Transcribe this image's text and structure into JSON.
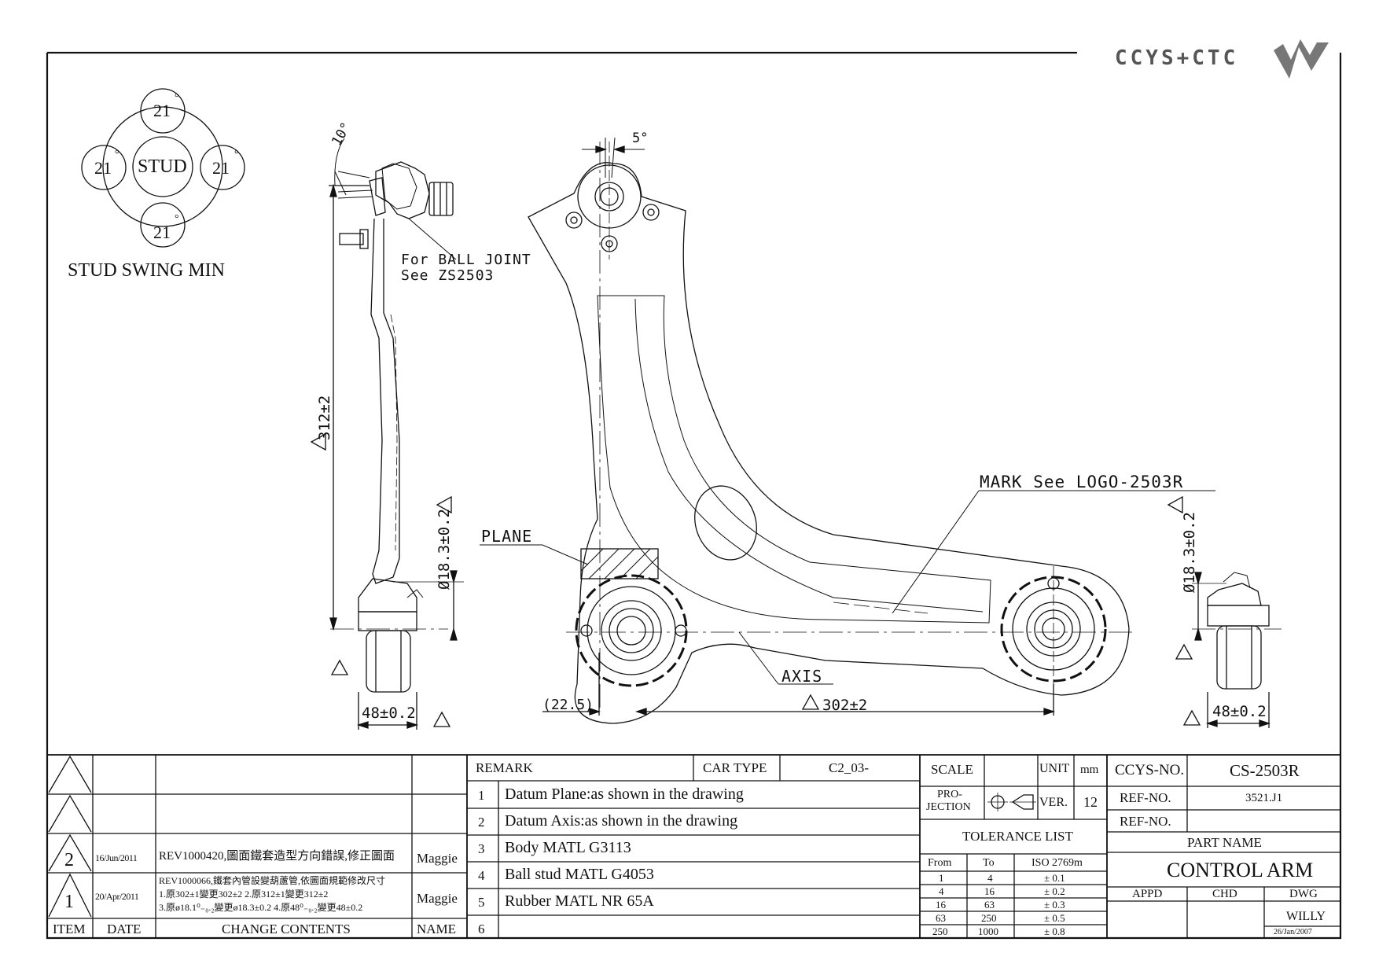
{
  "logo": {
    "text": "CCYS+CTC"
  },
  "stud_swing": {
    "center": "STUD",
    "angles": [
      "21",
      "21",
      "21",
      "21"
    ],
    "degree_mark": "°",
    "title": "STUD SWING MIN"
  },
  "drawing": {
    "angle_left": "10°",
    "angle_top": "5°",
    "ball_joint_note": [
      "For BALL JOINT",
      "See ZS2503"
    ],
    "dim_length_side": "312±2",
    "dim_bush_dia_left": "Ø18.3±0.2",
    "dim_bush_dia_right": "Ø18.3±0.2",
    "dim_width_left": "48±0.2",
    "dim_width_right": "48±0.2",
    "dim_offset": "(22.5)",
    "dim_center_distance": "302±2",
    "plane_label": "PLANE",
    "axis_label": "AXIS",
    "mark_label": "MARK See LOGO-2503R"
  },
  "revisions": {
    "rows": [
      {
        "item": "",
        "date": "",
        "content": "",
        "name": ""
      },
      {
        "item": "",
        "date": "",
        "content": "",
        "name": ""
      },
      {
        "item": "2",
        "date": "16/Jun/2011",
        "content": "REV1000420,圖面鐵套造型方向錯誤,修正圖面",
        "name": "Maggie"
      },
      {
        "item": "1",
        "date": "20/Apr/2011",
        "content_lines": [
          "REV1000066,鐵套內管設變葫蘆管,依圖面規範修改尺寸",
          "1.原302±1變更302±2  2.原312±1變更312±2",
          "3.原ø18.1⁰₋₀.₂變更ø18.3±0.2  4.原48⁰₋₀.₂變更48±0.2"
        ],
        "name": "Maggie"
      }
    ],
    "headers": {
      "item": "ITEM",
      "date": "DATE",
      "content": "CHANGE CONTENTS",
      "name": "NAME"
    }
  },
  "remarks": {
    "header": "REMARK",
    "car_type_label": "CAR TYPE",
    "car_type_value": "C2_03-",
    "items": [
      {
        "no": "1",
        "text": "Datum Plane:as shown in the drawing"
      },
      {
        "no": "2",
        "text": "Datum Axis:as shown in the drawing"
      },
      {
        "no": "3",
        "text": "Body MATL G3113"
      },
      {
        "no": "4",
        "text": "Ball stud MATL G4053"
      },
      {
        "no": "5",
        "text": "Rubber MATL NR 65A"
      },
      {
        "no": "6",
        "text": ""
      }
    ]
  },
  "spec": {
    "scale_label": "SCALE",
    "scale_value": "",
    "unit_label": "UNIT",
    "unit_value": "mm",
    "projection_label": [
      "PRO-",
      "JECTION"
    ],
    "ver_label": "VER.",
    "ver_value": "12",
    "tolerance_title": "TOLERANCE LIST",
    "tolerance_headers": [
      "From",
      "To",
      "ISO 2769m"
    ],
    "tolerance_rows": [
      [
        "1",
        "4",
        "± 0.1"
      ],
      [
        "4",
        "16",
        "± 0.2"
      ],
      [
        "16",
        "63",
        "± 0.3"
      ],
      [
        "63",
        "250",
        "± 0.5"
      ],
      [
        "250",
        "1000",
        "± 0.8"
      ]
    ]
  },
  "title_block": {
    "ccys_no_label": "CCYS-NO.",
    "ccys_no_value": "CS-2503R",
    "ref_no_label": "REF-NO.",
    "ref_no_value": "3521.J1",
    "ref_no2_label": "REF-NO.",
    "ref_no2_value": "",
    "part_name_label": "PART NAME",
    "part_name_value": "CONTROL ARM",
    "appd": "APPD",
    "chd": "CHD",
    "dwg": "DWG",
    "drawn_by": "WILLY",
    "date": "26/Jan/2007"
  }
}
